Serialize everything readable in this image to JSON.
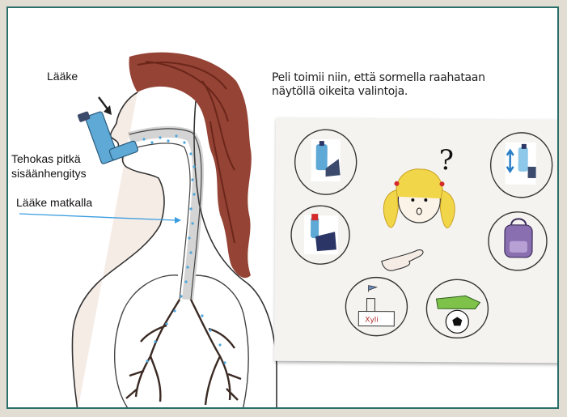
{
  "labels": {
    "medicine": "Lääke",
    "deep_breath_line1": "Tehokas pitkä",
    "deep_breath_line2": "sisäänhengitys",
    "medicine_travelling": "Lääke matkalla"
  },
  "caption": {
    "line1": "Peli toimii niin, että sormella raahataan",
    "line2": "näytöllä oikeita valintoja."
  },
  "game_board": {
    "question_mark": "?",
    "sign_text": "Xyli",
    "choices": [
      {
        "icon": "inhaler-spacer-icon"
      },
      {
        "icon": "inhaler-shake-icon"
      },
      {
        "icon": "inhaler-red-icon"
      },
      {
        "icon": "backpack-icon"
      },
      {
        "icon": "school-sign-icon"
      },
      {
        "icon": "football-boot-icon"
      }
    ]
  },
  "colors": {
    "frame_border": "#2a6f6a",
    "hair": "#8a2f1f",
    "inhaler": "#5ea9d6",
    "arrow": "#3a9de0"
  }
}
